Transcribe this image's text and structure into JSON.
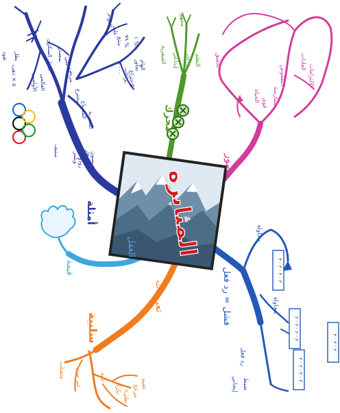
{
  "central": {
    "title": "المثابرة"
  },
  "colors": {
    "blue_navy": "#2b3a9e",
    "blue_branch": "#2457b8",
    "green": "#4f9a2a",
    "magenta": "#d23c9b",
    "orange": "#f07c1e",
    "light_blue": "#3ea8dc",
    "olympic": [
      "#1d6fd1",
      "#111111",
      "#e21b23",
      "#f2c21b",
      "#1e9b3b"
    ]
  },
  "branches": {
    "examples": {
      "label": "أمثلة",
      "items": [
        "نقود",
        "بطل",
        "الأولمبي",
        "العالمي",
        "البول السكري",
        "بمصدر",
        "علي",
        "مريض",
        "مخترع",
        "المصباح",
        "العبقرية",
        "ستيف",
        "ويلمر",
        "رودولف",
        "سيدهار",
        "ديسون",
        "الدوام",
        "على",
        "منتج",
        "٢٠٠٠",
        "براءات",
        "الاختراع",
        "٩٩ %",
        "١ %",
        "تجاوز",
        "الهام",
        "٥ × ذهب"
      ]
    },
    "motivator": {
      "label": "محرك",
      "items": [
        "مجهود",
        "العبقرية",
        "إبداعي",
        "الذكاء",
        "التعلم"
      ]
    },
    "vision": {
      "label": "تصور",
      "items": [
        "تحقيق",
        "الحياة",
        "قوى",
        "الطقوس",
        "ممارسة",
        "العادات",
        "الالتزامات"
      ]
    },
    "failure": {
      "label": "فشل = رد فعل",
      "items": [
        "محاولة",
        "محاولة",
        "رد فعل",
        "إيجابي",
        "ضبط"
      ],
      "boxes": [
        "٣ - ٣ - ٣ - ٣",
        "٣ - ٣ - ٣ - ٣",
        "٣ - ٣ - ٣ - ٣",
        "٣ - ٣ - ٣"
      ]
    },
    "definitions": {
      "label": "تعريفات",
      "sub": "سلبية",
      "items": [
        "متصلب",
        "غير مرن",
        "عنيد",
        "تكرار",
        "بطيء",
        "مزعج",
        "عقيم"
      ]
    },
    "mind": {
      "label": "العقل",
      "sub": "قيمة"
    }
  }
}
